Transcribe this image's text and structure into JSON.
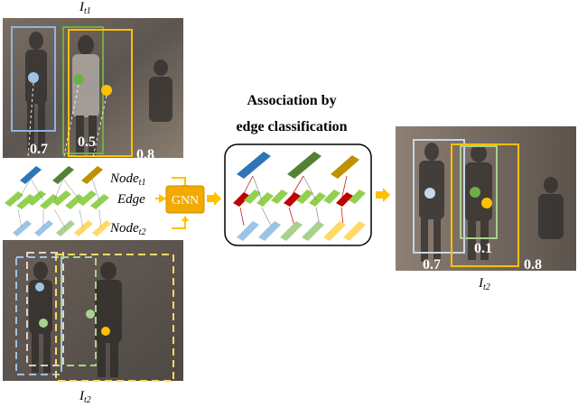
{
  "frame_top": {
    "label_main": "I",
    "label_sub": "t1",
    "box_scores": [
      "0.7",
      "0.5",
      "0.8"
    ]
  },
  "frame_bottom": {
    "label_main": "I",
    "label_sub": "t2"
  },
  "graph_labels": {
    "node_t1_main": "Node",
    "node_t1_sub": "t1",
    "edge": "Edge",
    "node_t2_main": "Node",
    "node_t2_sub": "t2"
  },
  "gnn_label": "GNN",
  "association": {
    "title_line1": "Association by",
    "title_line2": "edge classification"
  },
  "frame_result": {
    "label_main": "I",
    "label_sub": "t2",
    "box_scores": [
      "0.7",
      "0.1",
      "0.8"
    ]
  },
  "colors": {
    "blue": "#5b9bd5",
    "green": "#70ad47",
    "yellow": "#ffc000",
    "red": "#c00000",
    "gnn": "#f2a900"
  }
}
